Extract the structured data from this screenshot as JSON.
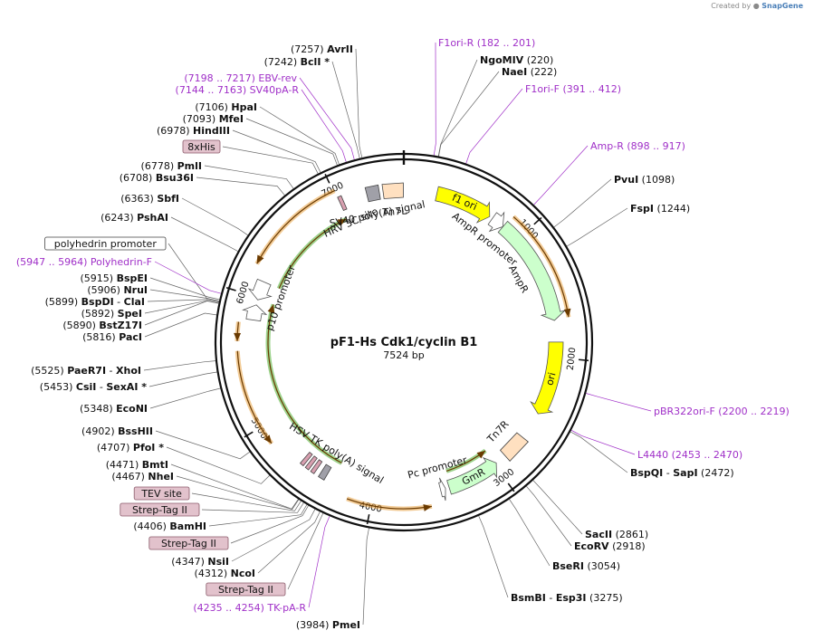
{
  "credit": {
    "prefix": "Created by",
    "brand": "SnapGene"
  },
  "plasmid": {
    "name": "pF1-Hs Cdk1/cyclin B1",
    "size_label": "7524 bp",
    "total_bp": 7524
  },
  "ticks": [
    {
      "bp": 1000,
      "label": "1000"
    },
    {
      "bp": 2000,
      "label": "2000"
    },
    {
      "bp": 3000,
      "label": "3000"
    },
    {
      "bp": 4000,
      "label": "4000"
    },
    {
      "bp": 5000,
      "label": "5000"
    },
    {
      "bp": 6000,
      "label": "6000"
    },
    {
      "bp": 7000,
      "label": "7000"
    }
  ],
  "features": [
    {
      "name": "f1 ori",
      "type": "arrow",
      "color": "#ffff00",
      "start": 262,
      "end": 718,
      "dir": 1,
      "ring": 0,
      "label": "f1 ori",
      "text_inside": true
    },
    {
      "name": "AmpR promoter",
      "type": "arrow",
      "color": "#ffffff",
      "start": 744,
      "end": 848,
      "dir": 1,
      "ring": 0,
      "label": "AmpR promoter"
    },
    {
      "name": "AmpR",
      "type": "arrow",
      "color": "#ccffcc",
      "start": 849,
      "end": 1709,
      "dir": 1,
      "ring": 0,
      "label": "AmpR"
    },
    {
      "name": "ori",
      "type": "arrow",
      "color": "#ffff00",
      "start": 1880,
      "end": 2468,
      "dir": 1,
      "ring": 0,
      "label": "ori",
      "text_inside": true
    },
    {
      "name": "Tn7R",
      "type": "box",
      "color": "#ffe0c0",
      "start": 2690,
      "end": 2890,
      "ring": 0,
      "label": "Tn7R"
    },
    {
      "name": "GmR",
      "type": "arrow",
      "color": "#ccffcc",
      "start": 2980,
      "end": 3400,
      "dir": -1,
      "ring": 0,
      "label": "GmR",
      "text_inside": true
    },
    {
      "name": "Pc promoter",
      "type": "arrow",
      "color": "#ffffff",
      "start": 3430,
      "end": 3470,
      "dir": -1,
      "ring": 0,
      "label": "Pc promoter"
    },
    {
      "name": "HSV TK poly(A) signal",
      "type": "box",
      "color": "#a0a0a8",
      "start": 4390,
      "end": 4440,
      "ring": 0,
      "label": "HSV TK poly(A) signal"
    },
    {
      "name": "p10 promoter",
      "type": "arrow",
      "color": "#ffffff",
      "start": 5980,
      "end": 6130,
      "dir": -1,
      "ring": 0,
      "label": "p10 promoter"
    },
    {
      "name": "polyhedrin promoter",
      "type": "arrow",
      "color": "#ffffff",
      "start": 5818,
      "end": 5940,
      "dir": 1,
      "ring": 0,
      "label": ""
    },
    {
      "name": "HRV 3C site",
      "type": "box",
      "color": "#d8a0b0",
      "start": 7010,
      "end": 7040,
      "ring": 0,
      "label": "HRV 3C site"
    },
    {
      "name": "SV40 poly(A) signal",
      "type": "box",
      "color": "#a0a0a8",
      "start": 7230,
      "end": 7330,
      "ring": 0,
      "label": "SV40 poly(A) signal"
    },
    {
      "name": "Tn7L",
      "type": "box",
      "color": "#ffe0c0",
      "start": 7360,
      "end": 7520,
      "ring": 0,
      "label": "Tn7L"
    },
    {
      "name": "tags-1",
      "type": "box",
      "color": "#d8a0b0",
      "start": 4480,
      "end": 4510,
      "ring": 0,
      "label": ""
    },
    {
      "name": "tags-2",
      "type": "box",
      "color": "#d8a0b0",
      "start": 4530,
      "end": 4560,
      "ring": 0,
      "label": ""
    },
    {
      "name": "tags-3",
      "type": "box",
      "color": "#d8a0b0",
      "start": 4580,
      "end": 4610,
      "ring": 0,
      "label": ""
    }
  ],
  "orfs": [
    {
      "name": "orf-ampr-outer",
      "start": 860,
      "end": 1700,
      "dir": 1,
      "ring": 1
    },
    {
      "name": "orf-gmr-inner",
      "start": 2990,
      "end": 3380,
      "dir": -1,
      "ring": -1
    },
    {
      "name": "orf-lower-outer",
      "start": 3560,
      "end": 4180,
      "dir": -1,
      "ring": 1
    },
    {
      "name": "orf-left-outer-1",
      "start": 5650,
      "end": 5790,
      "dir": -1,
      "ring": 1
    },
    {
      "name": "orf-left-outer-2",
      "start": 4860,
      "end": 5580,
      "dir": -1,
      "ring": 1
    },
    {
      "name": "orf-upper-left",
      "start": 6230,
      "end": 7010,
      "dir": -1,
      "ring": 1
    },
    {
      "name": "orf-green-left",
      "start": 4330,
      "end": 5980,
      "dir": 1,
      "ring": -1
    },
    {
      "name": "orf-green-upper",
      "start": 6130,
      "end": 7000,
      "dir": 1,
      "ring": -1
    }
  ],
  "right_labels": [
    {
      "kind": "site",
      "pos": "(220)",
      "name": "NgoMIV",
      "pos_after": true,
      "bp": 220
    },
    {
      "kind": "site",
      "pos": "(222)",
      "name": "NaeI",
      "pos_after": true,
      "bp": 222
    },
    {
      "kind": "primer",
      "name": "F1ori-R",
      "range": "(182 .. 201)",
      "bp": 191
    },
    {
      "kind": "primer",
      "name": "F1ori-F",
      "range": "(391 .. 412)",
      "bp": 401
    },
    {
      "kind": "primer",
      "name": "Amp-R",
      "range": "(898 .. 917)",
      "bp": 907
    },
    {
      "kind": "site",
      "pos": "(1098)",
      "name": "PvuI",
      "pos_after": true,
      "bp": 1098
    },
    {
      "kind": "site",
      "pos": "(1244)",
      "name": "FspI",
      "pos_after": true,
      "bp": 1244
    },
    {
      "kind": "primer",
      "name": "pBR322ori-F",
      "range": "(2200 .. 2219)",
      "bp": 2209
    },
    {
      "kind": "primer",
      "name": "L4440",
      "range": "(2453 .. 2470)",
      "bp": 2461
    },
    {
      "kind": "site",
      "pos": "(2472)",
      "name": "BspQI",
      "name2": "SapI",
      "pos_after": true,
      "bp": 2472
    },
    {
      "kind": "site",
      "pos": "(2861)",
      "name": "SacII",
      "pos_after": true,
      "bp": 2861
    },
    {
      "kind": "site",
      "pos": "(2918)",
      "name": "EcoRV",
      "pos_after": true,
      "bp": 2918
    },
    {
      "kind": "site",
      "pos": "(3054)",
      "name": "BseRI",
      "pos_after": true,
      "bp": 3054
    },
    {
      "kind": "site",
      "pos": "(3275)",
      "name": "BsmBI",
      "name2": "Esp3I",
      "pos_after": true,
      "bp": 3275
    }
  ],
  "left_labels": [
    {
      "kind": "site",
      "pos": "(7257)",
      "name": "AvrII",
      "bp": 7257
    },
    {
      "kind": "site",
      "pos": "(7242)",
      "name": "BclI *",
      "bp": 7242
    },
    {
      "kind": "primer",
      "range": "(7198 .. 7217)",
      "name": "EBV-rev",
      "bp": 7207
    },
    {
      "kind": "primer",
      "range": "(7144 .. 7163)",
      "name": "SV40pA-R",
      "bp": 7153
    },
    {
      "kind": "site",
      "pos": "(7106)",
      "name": "HpaI",
      "bp": 7106
    },
    {
      "kind": "site",
      "pos": "(7093)",
      "name": "MfeI",
      "bp": 7093
    },
    {
      "kind": "site",
      "pos": "(6978)",
      "name": "HindIII",
      "bp": 6978
    },
    {
      "kind": "tag",
      "name": "8xHis",
      "bp": 6960
    },
    {
      "kind": "site",
      "pos": "(6778)",
      "name": "PmlI",
      "bp": 6778
    },
    {
      "kind": "site",
      "pos": "(6708)",
      "name": "Bsu36I",
      "bp": 6708
    },
    {
      "kind": "site",
      "pos": "(6363)",
      "name": "SbfI",
      "bp": 6363
    },
    {
      "kind": "site",
      "pos": "(6243)",
      "name": "PshAI",
      "bp": 6243
    },
    {
      "kind": "feature",
      "name": "polyhedrin promoter",
      "bp": 5900
    },
    {
      "kind": "primer",
      "range": "(5947 .. 5964)",
      "name": "Polyhedrin-F",
      "bp": 5955
    },
    {
      "kind": "site",
      "pos": "(5915)",
      "name": "BspEI",
      "bp": 5915
    },
    {
      "kind": "site",
      "pos": "(5906)",
      "name": "NruI",
      "bp": 5906
    },
    {
      "kind": "site",
      "pos": "(5899)",
      "name": "BspDI",
      "name2": "ClaI",
      "bp": 5899
    },
    {
      "kind": "site",
      "pos": "(5892)",
      "name": "SpeI",
      "bp": 5892
    },
    {
      "kind": "site",
      "pos": "(5890)",
      "name": "BstZ17I",
      "bp": 5890
    },
    {
      "kind": "site",
      "pos": "(5816)",
      "name": "PacI",
      "bp": 5816
    },
    {
      "kind": "site",
      "pos": "(5525)",
      "name": "PaeR7I",
      "name2": "XhoI",
      "bp": 5525
    },
    {
      "kind": "site",
      "pos": "(5453)",
      "name": "CsiI",
      "name2": "SexAI *",
      "bp": 5453
    },
    {
      "kind": "site",
      "pos": "(5348)",
      "name": "EcoNI",
      "bp": 5348
    },
    {
      "kind": "site",
      "pos": "(4902)",
      "name": "BssHII",
      "bp": 4902
    },
    {
      "kind": "site",
      "pos": "(4707)",
      "name": "PfoI *",
      "bp": 4707
    },
    {
      "kind": "site",
      "pos": "(4471)",
      "name": "BmtI",
      "bp": 4471
    },
    {
      "kind": "site",
      "pos": "(4467)",
      "name": "NheI",
      "bp": 4467
    },
    {
      "kind": "tag",
      "name": "TEV site",
      "bp": 4450
    },
    {
      "kind": "tag",
      "name": "Strep-Tag II",
      "bp": 4430
    },
    {
      "kind": "site",
      "pos": "(4406)",
      "name": "BamHI",
      "bp": 4406
    },
    {
      "kind": "tag",
      "name": "Strep-Tag II",
      "bp": 4395
    },
    {
      "kind": "site",
      "pos": "(4347)",
      "name": "NsiI",
      "bp": 4347
    },
    {
      "kind": "site",
      "pos": "(4312)",
      "name": "NcoI",
      "bp": 4312
    },
    {
      "kind": "tag",
      "name": "Strep-Tag II",
      "bp": 4290
    },
    {
      "kind": "primer",
      "range": "(4235 .. 4254)",
      "name": "TK-pA-R",
      "bp": 4245
    },
    {
      "kind": "site",
      "pos": "(3984)",
      "name": "PmeI",
      "bp": 3984
    }
  ],
  "colors": {
    "backbone": "#111111",
    "primer": "#a030c8",
    "tag_fill": "#e2c2cc",
    "tag_stroke": "#8a5a6a",
    "orf": "#e8a040",
    "orf_green": "#4caf30"
  }
}
